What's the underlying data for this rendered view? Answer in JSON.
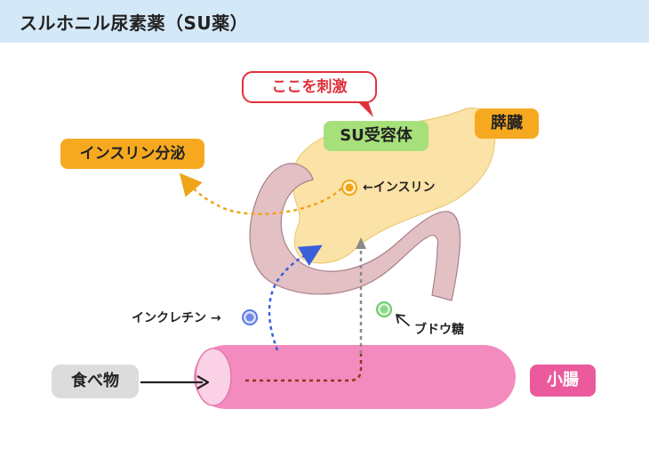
{
  "header": {
    "title": "スルホニル尿素薬（SU薬）"
  },
  "labels": {
    "stimulate": "ここを刺激",
    "receptor": "SU受容体",
    "pancreas": "膵臓",
    "insulin_secretion": "インスリン分泌",
    "insulin": "←インスリン",
    "incretin": "インクレチン →",
    "glucose": "ブドウ糖",
    "food": "食べ物",
    "small_intestine": "小腸"
  },
  "colors": {
    "header_bg": "#d4e9f7",
    "pancreas_fill": "#fbe2a6",
    "duodenum_fill": "#e3c0c4",
    "intestine_fill": "#f38bbf",
    "insulin_path": "#f0a419",
    "incretin_path": "#3a5fd9",
    "glucose_path": "#8a8a8a",
    "food_path": "#8b3a1a",
    "stimulate": "#e0313b"
  }
}
